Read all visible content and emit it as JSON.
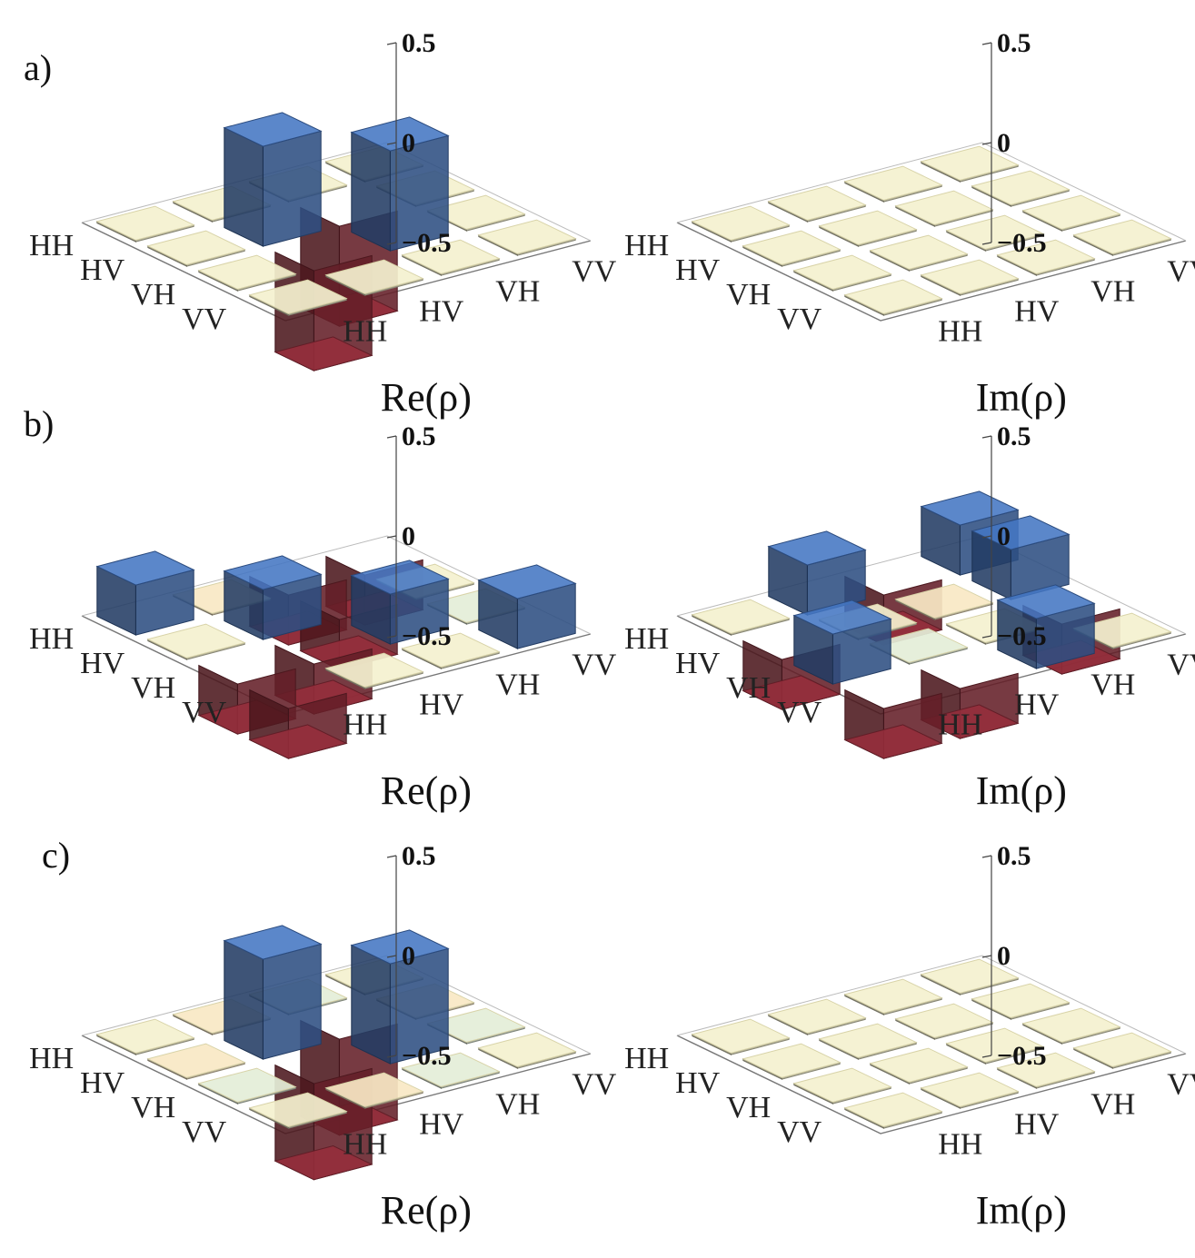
{
  "figure": {
    "panel_labels": [
      "a)",
      "b)",
      "c)"
    ]
  },
  "chart_data": [
    {
      "type": "bar3d",
      "panel": "a)",
      "title": "Re(ρ)",
      "row_labels": [
        "HH",
        "HV",
        "VH",
        "VV"
      ],
      "col_labels": [
        "HH",
        "HV",
        "VH",
        "VV"
      ],
      "zlim": [
        -0.5,
        0.5
      ],
      "zticks": [
        "0.5",
        "0",
        "−0.5"
      ],
      "values": [
        [
          0,
          0,
          0,
          0
        ],
        [
          0,
          0.5,
          -0.5,
          0
        ],
        [
          0,
          -0.5,
          0.5,
          0
        ],
        [
          0,
          0,
          0,
          0
        ]
      ]
    },
    {
      "type": "bar3d",
      "panel": "a)",
      "title": "Im(ρ)",
      "row_labels": [
        "HH",
        "HV",
        "VH",
        "VV"
      ],
      "col_labels": [
        "HH",
        "HV",
        "VH",
        "VV"
      ],
      "zlim": [
        -0.5,
        0.5
      ],
      "zticks": [
        "0.5",
        "0",
        "−0.5"
      ],
      "values": [
        [
          0,
          0,
          0,
          0
        ],
        [
          0,
          0,
          0,
          0
        ],
        [
          0,
          0,
          0,
          0
        ],
        [
          0,
          0,
          0,
          0
        ]
      ]
    },
    {
      "type": "bar3d",
      "panel": "b)",
      "title": "Re(ρ)",
      "row_labels": [
        "HH",
        "HV",
        "VH",
        "VV"
      ],
      "col_labels": [
        "HH",
        "HV",
        "VH",
        "VV"
      ],
      "zlim": [
        -0.5,
        0.5
      ],
      "zticks": [
        "0.5",
        "0",
        "−0.5"
      ],
      "values": [
        [
          0.25,
          0.02,
          -0.25,
          -0.25
        ],
        [
          0,
          0.25,
          -0.25,
          0
        ],
        [
          -0.25,
          -0.25,
          0.25,
          -0.02
        ],
        [
          -0.25,
          0,
          0,
          0.25
        ]
      ]
    },
    {
      "type": "bar3d",
      "panel": "b)",
      "title": "Im(ρ)",
      "row_labels": [
        "HH",
        "HV",
        "VH",
        "VV"
      ],
      "col_labels": [
        "HH",
        "HV",
        "VH",
        "VV"
      ],
      "zlim": [
        -0.5,
        0.5
      ],
      "zticks": [
        "0.5",
        "0",
        "−0.5"
      ],
      "values": [
        [
          0,
          0.25,
          -0.25,
          0.25
        ],
        [
          -0.25,
          0,
          0.02,
          0.25
        ],
        [
          0.25,
          -0.02,
          0,
          -0.25
        ],
        [
          -0.25,
          -0.25,
          0.25,
          0
        ]
      ]
    },
    {
      "type": "bar3d",
      "panel": "c)",
      "title": "Re(ρ)",
      "row_labels": [
        "HH",
        "HV",
        "VH",
        "VV"
      ],
      "col_labels": [
        "HH",
        "HV",
        "VH",
        "VV"
      ],
      "zlim": [
        -0.5,
        0.5
      ],
      "zticks": [
        "0.5",
        "0",
        "−0.5"
      ],
      "values": [
        [
          0,
          0.02,
          -0.02,
          0
        ],
        [
          0.02,
          0.5,
          -0.48,
          0.02
        ],
        [
          -0.02,
          -0.48,
          0.5,
          -0.02
        ],
        [
          0,
          0.02,
          -0.02,
          0
        ]
      ]
    },
    {
      "type": "bar3d",
      "panel": "c)",
      "title": "Im(ρ)",
      "row_labels": [
        "HH",
        "HV",
        "VH",
        "VV"
      ],
      "col_labels": [
        "HH",
        "HV",
        "VH",
        "VV"
      ],
      "zlim": [
        -0.5,
        0.5
      ],
      "zticks": [
        "0.5",
        "0",
        "−0.5"
      ],
      "values": [
        [
          0,
          0,
          0,
          0
        ],
        [
          0,
          0,
          0,
          0
        ],
        [
          0,
          0,
          0,
          0
        ],
        [
          0,
          0,
          0,
          0
        ]
      ]
    }
  ],
  "colors": {
    "positive": "#3f6db5",
    "negative": "#8b2b37",
    "near_zero": "#f4f1cf",
    "near_zero_neg": "#e4eed8",
    "near_zero_pos": "#f8e8c4"
  }
}
